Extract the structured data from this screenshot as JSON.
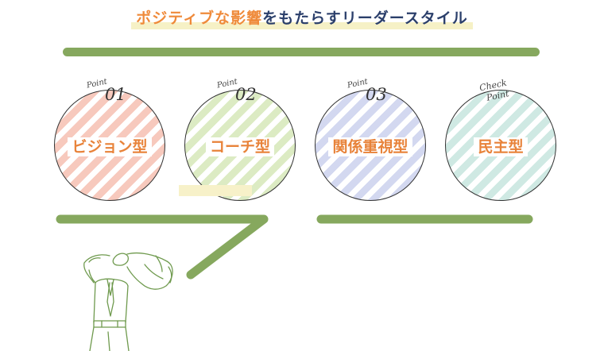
{
  "title": {
    "part1": "ポジティブな影響",
    "part2": "をもたらすリーダースタイル"
  },
  "items": [
    {
      "point_label": "Point",
      "number": "01",
      "label": "ビジョン型",
      "tint": "#f7c9bd"
    },
    {
      "point_label": "Point",
      "number": "02",
      "label": "コーチ型",
      "tint": "#dcebc3"
    },
    {
      "point_label": "Point",
      "number": "03",
      "label": "関係重視型",
      "tint": "#d3d8f0"
    },
    {
      "point_label_line1": "Check",
      "point_label_line2": "Point",
      "label": "民主型",
      "tint": "#cfe9e3"
    }
  ],
  "colors": {
    "accent_orange": "#ef8a3a",
    "navy": "#2b3f6b",
    "bar_green": "#86a85e",
    "highlight_yellow": "#f6f1c6"
  }
}
